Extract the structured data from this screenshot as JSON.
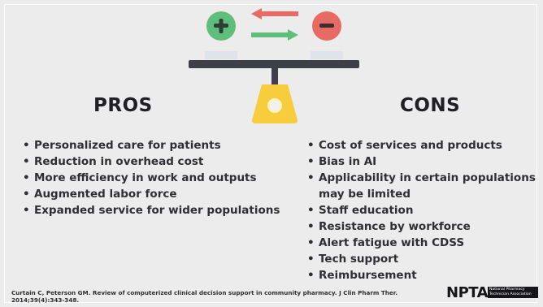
{
  "pros": {
    "heading": "PROS",
    "items": [
      "Personalized care for patients",
      "Reduction in overhead cost",
      "More efficiency in work and outputs",
      "Augmented labor force",
      "Expanded service for wider populations"
    ]
  },
  "cons": {
    "heading": "CONS",
    "items": [
      "Cost of services and products",
      "Bias in AI",
      "Applicability in certain populations may be limited",
      "Staff education",
      "Resistance by workforce",
      "Alert fatigue with CDSS",
      "Tech support",
      "Reimbursement"
    ]
  },
  "citation": "Curtain C, Peterson GM. Review of computerized clinical decision support in community pharmacy. J Clin Pharm Ther. 2014;39(4):343-348.",
  "logo": {
    "mark": "NPTA",
    "org_name": "National Pharmacy Technician Association"
  },
  "icons": {
    "plus": "plus-circle-icon",
    "minus": "minus-circle-icon",
    "arrow_left": "arrow-left-icon",
    "arrow_right": "arrow-right-icon",
    "scale": "balance-scale-icon"
  },
  "colors": {
    "plus_green": "#5dbf7a",
    "minus_red": "#e86a64",
    "scale_yellow": "#f7cc3d",
    "beam": "#3f4047"
  }
}
